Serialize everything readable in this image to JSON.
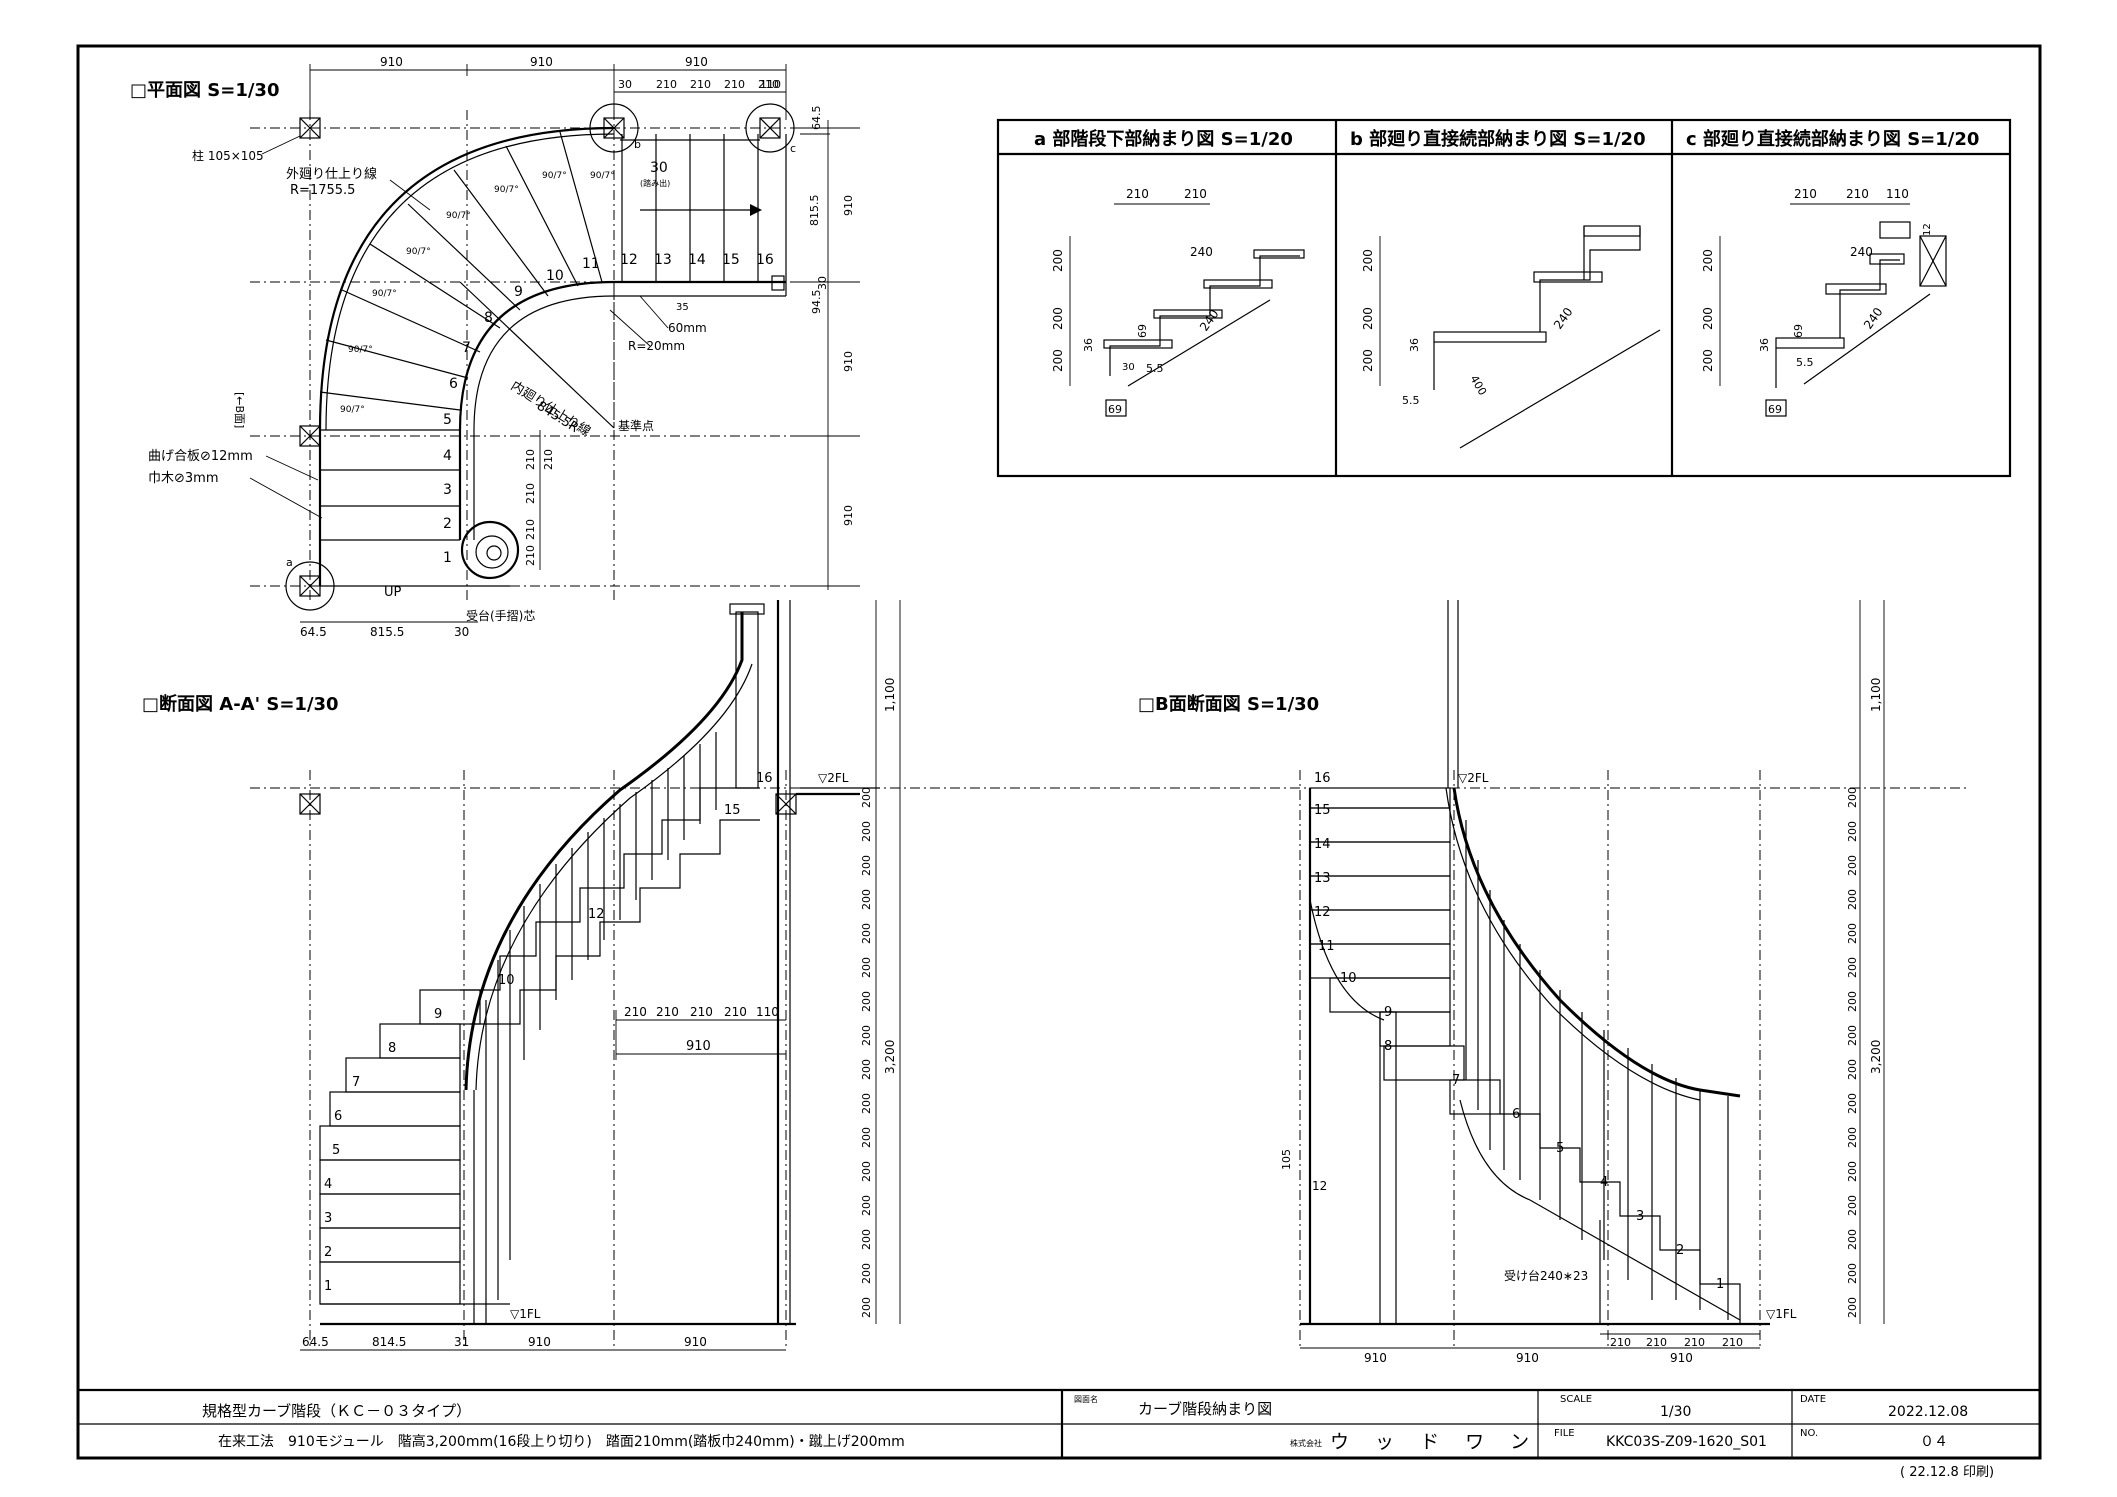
{
  "plan": {
    "title": "□平面図 S=1/30",
    "top_dims": [
      "910",
      "910",
      "910"
    ],
    "tread_dims_top": [
      "30",
      "210",
      "210",
      "210",
      "210",
      "110"
    ],
    "right_dims": [
      "64.5",
      "815.5",
      "30",
      "94.5",
      "910",
      "910"
    ],
    "bottom_dims": [
      "64.5",
      "815.5",
      "30"
    ],
    "right_small": [
      "210",
      "210",
      "210",
      "210",
      "210"
    ],
    "labels": {
      "column": "柱 105×105",
      "outer_line": "外廻り仕上り線",
      "outer_r": "R=1755.5",
      "inner_line": "内廻り仕上り線",
      "inner_r": "845.5R",
      "mark_b": "b",
      "mark_c": "c",
      "mark_a": "a",
      "bend_plate": "曲げ合板⊘12mm",
      "skirting": "巾木⊘3mm",
      "base_point": "基準点",
      "r20": "R=20mm",
      "w60": "60mm",
      "up": "UP",
      "newel": "受台(手摺)芯",
      "section_mark": "[←B面]",
      "tread_note": "30",
      "tread_note2": "(踏み出)",
      "angle": "90/7°"
    },
    "steps": [
      "1",
      "2",
      "3",
      "4",
      "5",
      "6",
      "7",
      "8",
      "9",
      "10",
      "11",
      "12",
      "13",
      "14",
      "15",
      "16"
    ],
    "depth_35": "35"
  },
  "section_a": {
    "title": "□断面図 A-A' S=1/30",
    "fl2": "▽2FL",
    "fl1": "▽1FL",
    "height_total": "3,200",
    "height_top": "1,100",
    "riser": "200",
    "bottom_dims": [
      "64.5",
      "814.5",
      "31",
      "910",
      "910"
    ],
    "mid_dims": [
      "210",
      "210",
      "210",
      "210",
      "110"
    ],
    "mid_total": "910"
  },
  "section_b": {
    "title": "□B面断面図 S=1/30",
    "fl2": "▽2FL",
    "fl1": "▽1FL",
    "height_total": "3,200",
    "height_top": "1,100",
    "riser": "200",
    "bottom_dims": [
      "910",
      "910",
      "210",
      "210",
      "210",
      "210",
      "910"
    ],
    "support": "受け台240∗23",
    "side_num": "105",
    "side_step": "12"
  },
  "details": [
    {
      "title": "a 部階段下部納まり図 S=1/20"
    },
    {
      "title": "b 部廻り直接続部納まり図 S=1/20"
    },
    {
      "title": "c 部廻り直接続部納まり図 S=1/20"
    }
  ],
  "detail_dims": {
    "d210": "210",
    "d200": "200",
    "d240": "240",
    "d69": "69",
    "d36": "36",
    "d30": "30",
    "d55": "5.5",
    "d400": "400",
    "d110": "110",
    "d12": "12"
  },
  "title_block": {
    "product": "規格型カーブ階段（ＫＣ－０３タイプ）",
    "spec": "在来工法　910モジュール　階高3,200mm(16段上り切り)　踏面210mm(踏板巾240mm)・蹴上げ200mm",
    "drawing_label": "図面名",
    "drawing_name": "カーブ階段納まり図",
    "scale_label": "SCALE",
    "scale": "1/30",
    "date_label": "DATE",
    "date": "2022.12.08",
    "company_prefix": "株式会社",
    "company": "ウ ッ ド ワ ン",
    "file_label": "FILE",
    "file": "KKC03S-Z09-1620_S01",
    "no_label": "NO.",
    "no": "０４",
    "printed": "( 22.12.8 印刷)"
  }
}
